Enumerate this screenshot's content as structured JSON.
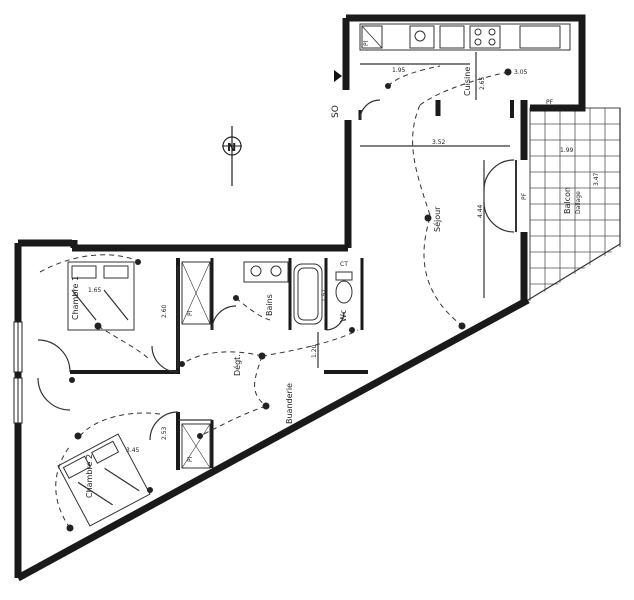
{
  "rooms": {
    "chambre1": "Chambre 1",
    "chambre2": "Chambre 2",
    "bains": "Bains",
    "wc": "Wc",
    "degt": "Dégt.",
    "sejour": "Séjour",
    "cuisine": "Cuisine",
    "balcon": "Balcon",
    "balcon_sub": "Dallage",
    "buanderie": "Buanderie"
  },
  "labels": {
    "compass": "N",
    "so": "SO",
    "pl": "Pl",
    "pf": "PF",
    "ct": "CT"
  },
  "dimensions": {
    "d1": "1.95",
    "d2": "2.65",
    "d3": "3.05",
    "d4": "3.52",
    "d5": "1.99",
    "d6": "4.44",
    "d7": "3.47",
    "d8": "2.60",
    "d9": "1.20",
    "d10": "2.53",
    "d11": "3.45",
    "d12": "1.65",
    "d13": "1.51"
  }
}
